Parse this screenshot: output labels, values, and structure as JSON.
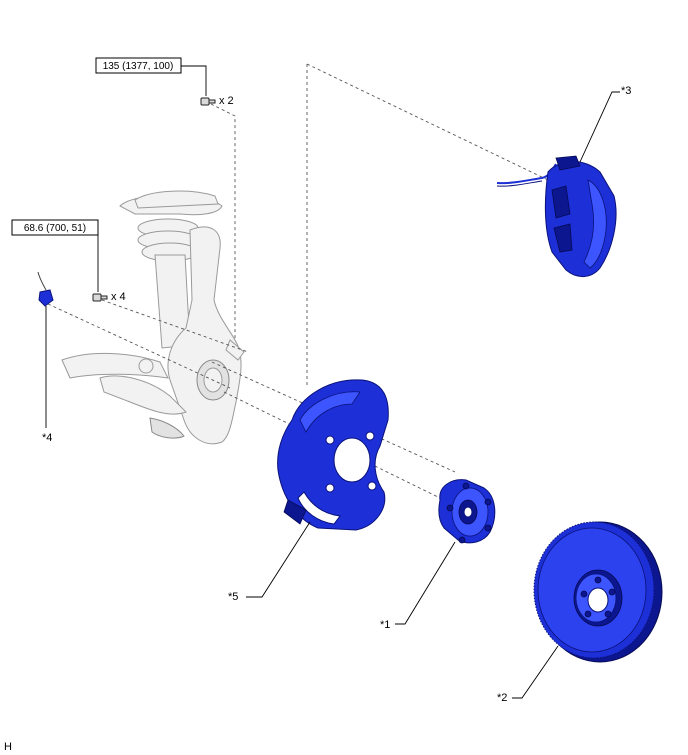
{
  "torque_specs": [
    {
      "text": "135 (1377, 100)",
      "quantity": "x 2"
    },
    {
      "text": "68.6 (700, 51)",
      "quantity": "x 4"
    }
  ],
  "callouts": [
    "*1",
    "*2",
    "*3",
    "*4",
    "*5"
  ],
  "corner_mark": "H",
  "colors": {
    "highlight_part": "#1d2fd6",
    "reference_part": "#f2f2f2",
    "line": "#000000"
  }
}
